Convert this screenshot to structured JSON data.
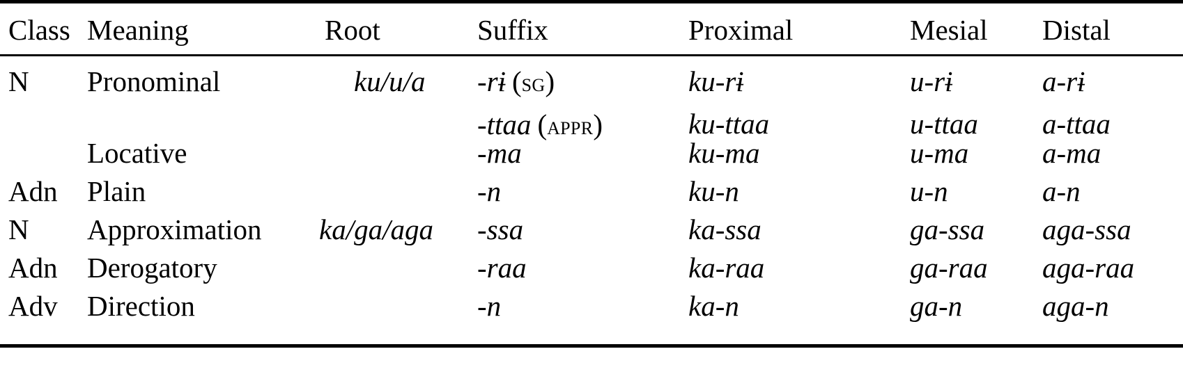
{
  "table": {
    "headers": {
      "class": "Class",
      "meaning": "Meaning",
      "root": "Root",
      "suffix": "Suffix",
      "proximal": "Proximal",
      "mesial": "Mesial",
      "distal": "Distal"
    },
    "rows": [
      {
        "class": "N",
        "meaning": "Pronominal",
        "root": "ku/u/a",
        "suffix": "-rɨ",
        "suffix_gloss": "SG",
        "suffix_gloss_open": "(",
        "suffix_gloss_close": ")",
        "proximal": "ku-rɨ",
        "mesial": "u-rɨ",
        "distal": "a-rɨ",
        "sub": {
          "suffix": "-ttaa",
          "suffix_gloss": "APPR",
          "suffix_gloss_open": "(",
          "suffix_gloss_close": ")",
          "proximal": "ku-ttaa",
          "mesial": "u-ttaa",
          "distal": "a-ttaa"
        }
      },
      {
        "class": "",
        "meaning": "Locative",
        "root": "",
        "suffix": "-ma",
        "suffix_gloss": "",
        "proximal": "ku-ma",
        "mesial": "u-ma",
        "distal": "a-ma"
      },
      {
        "class": "Adn",
        "meaning": "Plain",
        "root": "",
        "suffix": "-n",
        "suffix_gloss": "",
        "proximal": "ku-n",
        "mesial": "u-n",
        "distal": "a-n"
      },
      {
        "class": "N",
        "meaning": "Approximation",
        "root": "ka/ga/aga",
        "suffix": "-ssa",
        "suffix_gloss": "",
        "proximal": "ka-ssa",
        "mesial": "ga-ssa",
        "distal": "aga-ssa"
      },
      {
        "class": "Adn",
        "meaning": "Derogatory",
        "root": "",
        "suffix": "-raa",
        "suffix_gloss": "",
        "proximal": "ka-raa",
        "mesial": "ga-raa",
        "distal": "aga-raa"
      },
      {
        "class": "Adv",
        "meaning": "Direction",
        "root": "",
        "suffix": "-n",
        "suffix_gloss": "",
        "proximal": "ka-n",
        "mesial": "ga-n",
        "distal": "aga-n"
      }
    ]
  },
  "colors": {
    "text": "#000000",
    "background": "#ffffff",
    "rule": "#000000"
  }
}
